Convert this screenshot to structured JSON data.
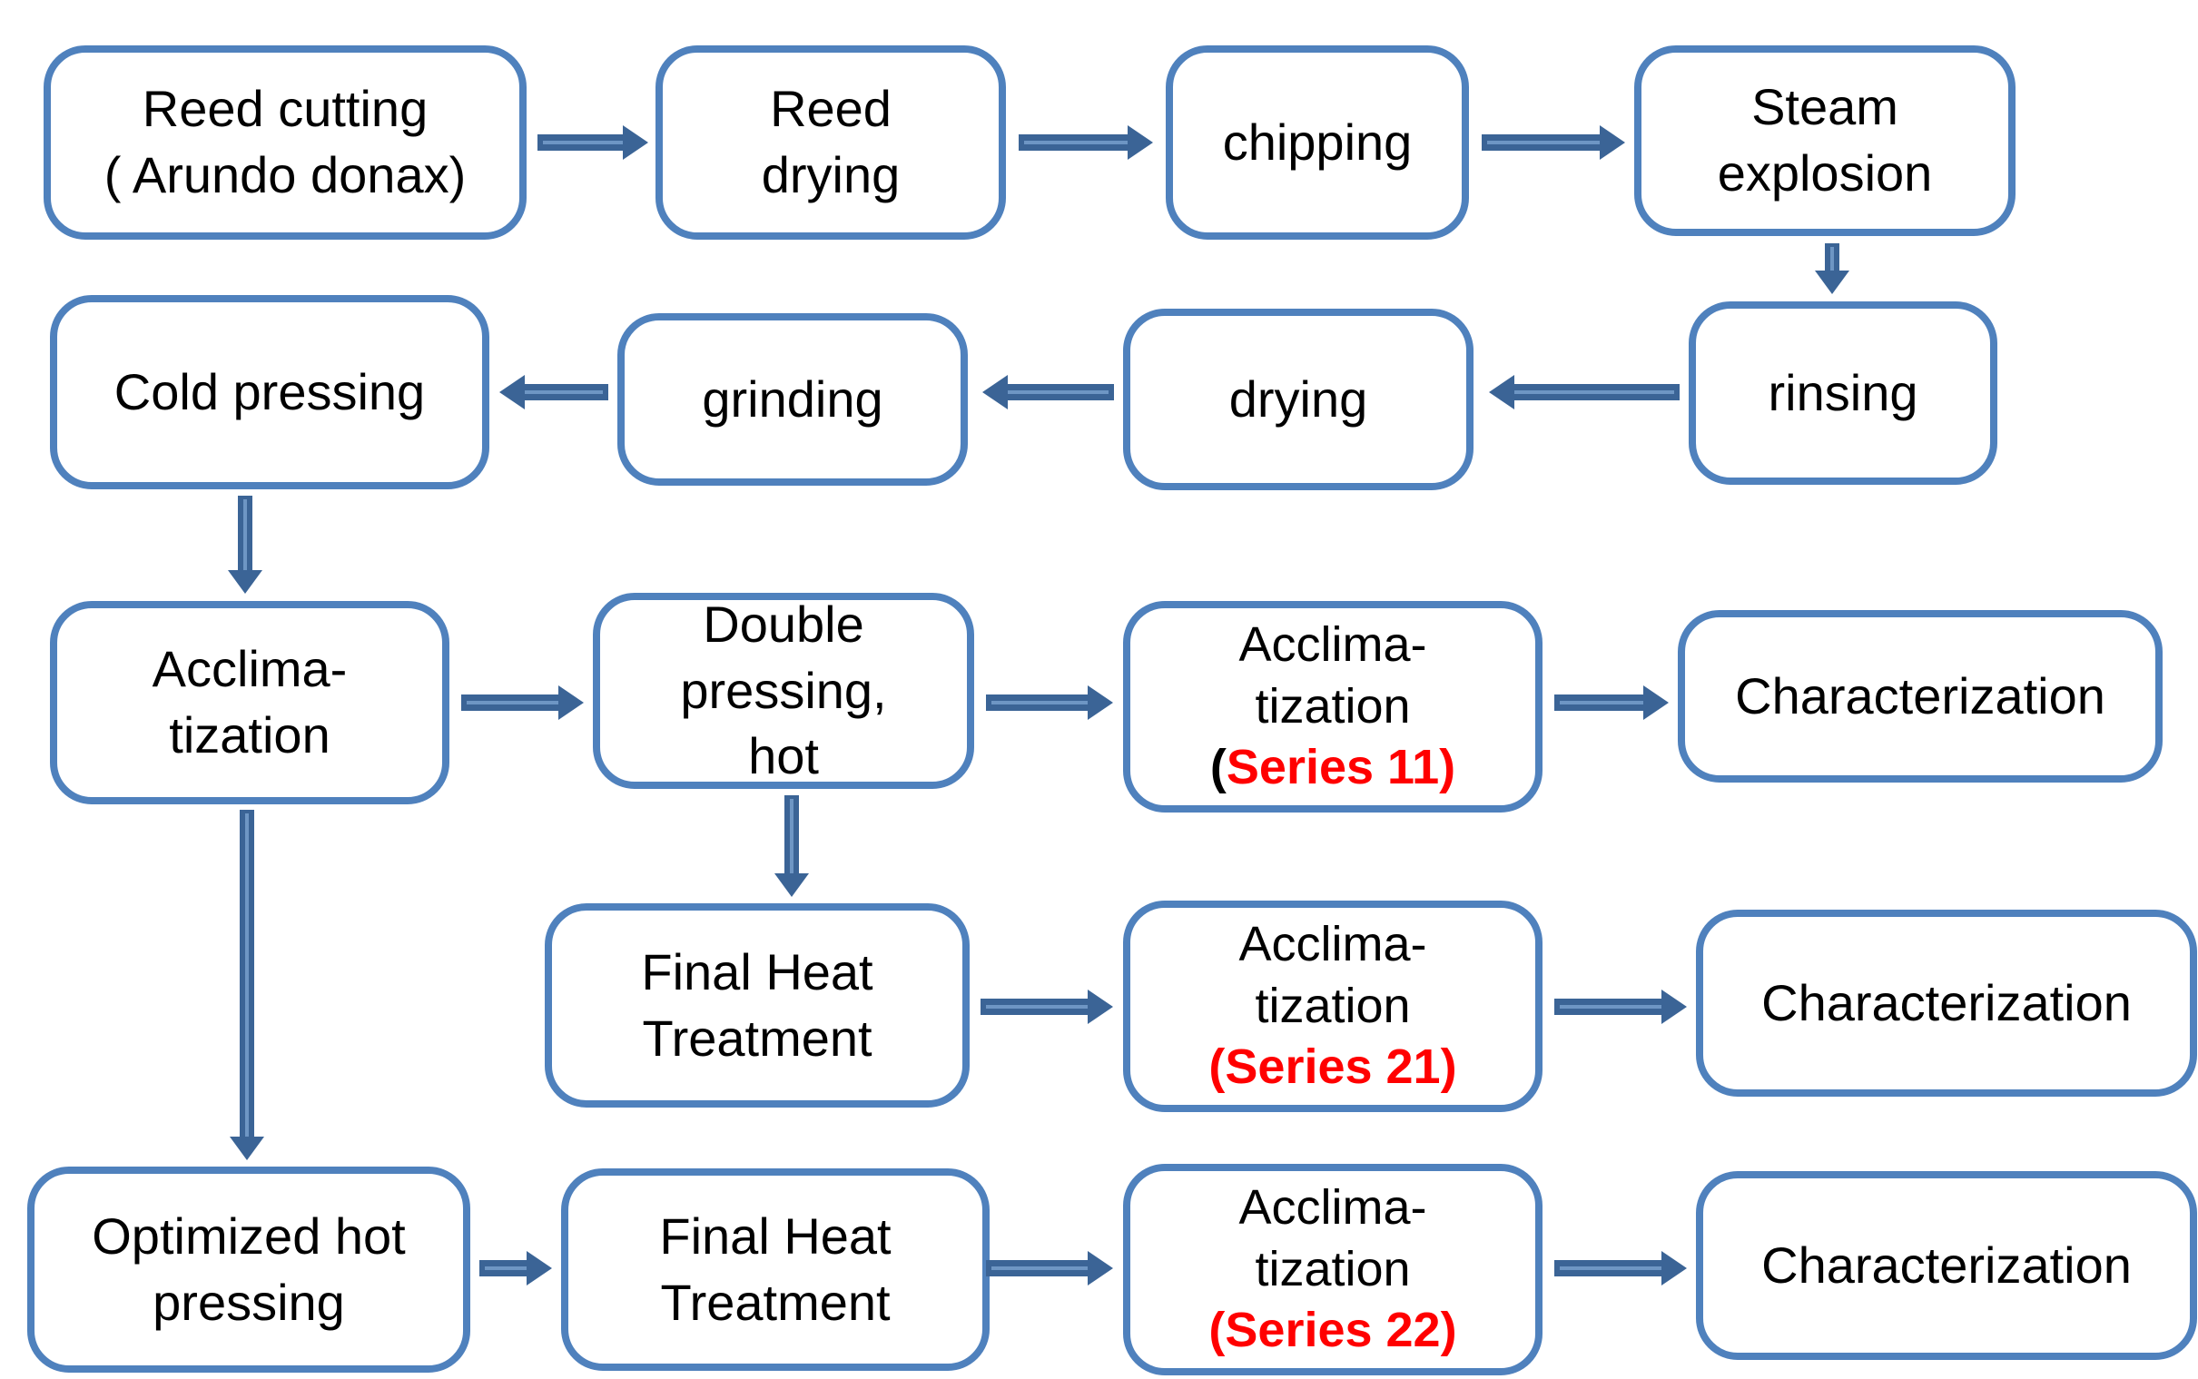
{
  "diagram": {
    "title": "Reed composite processing flowchart",
    "colors": {
      "box_border": "#4f81bd",
      "arrow_body": "#3b6496",
      "arrow_stripe": "#6e96c4",
      "series_red": "#ff0000",
      "text": "#000000"
    },
    "nodes": {
      "reed_cutting": {
        "line1": "Reed cutting",
        "line2": "( Arundo donax)"
      },
      "reed_drying": {
        "line1": "Reed",
        "line2": "drying"
      },
      "chipping": {
        "line1": "chipping"
      },
      "steam_explosion": {
        "line1": "Steam",
        "line2": "explosion"
      },
      "rinsing": {
        "line1": "rinsing"
      },
      "drying": {
        "line1": "drying"
      },
      "grinding": {
        "line1": "grinding"
      },
      "cold_pressing": {
        "line1": "Cold pressing"
      },
      "acclimatization": {
        "line1": "Acclima-",
        "line2": "tization"
      },
      "double_pressing": {
        "line1": "Double",
        "line2": "pressing,",
        "line3": "hot"
      },
      "acclimatization_s11": {
        "line1": "Acclima-",
        "line2": "tization",
        "series_prefix": "(",
        "series": "Series 11)"
      },
      "characterization_1": {
        "line1": "Characterization"
      },
      "final_heat_1": {
        "line1": "Final Heat",
        "line2": "Treatment"
      },
      "acclimatization_s21": {
        "line1": "Acclima-",
        "line2": "tization",
        "series_prefix": "",
        "series": "(Series 21)"
      },
      "characterization_2": {
        "line1": "Characterization"
      },
      "optimized_hot": {
        "line1": "Optimized hot",
        "line2": "pressing"
      },
      "final_heat_2": {
        "line1": "Final Heat",
        "line2": "Treatment"
      },
      "acclimatization_s22": {
        "line1": "Acclima-",
        "line2": "tization",
        "series_prefix": "",
        "series": "(Series 22)"
      },
      "characterization_3": {
        "line1": "Characterization"
      }
    },
    "edges": [
      {
        "from": "reed_cutting",
        "to": "reed_drying",
        "direction": "right"
      },
      {
        "from": "reed_drying",
        "to": "chipping",
        "direction": "right"
      },
      {
        "from": "chipping",
        "to": "steam_explosion",
        "direction": "right"
      },
      {
        "from": "steam_explosion",
        "to": "rinsing",
        "direction": "down"
      },
      {
        "from": "rinsing",
        "to": "drying",
        "direction": "left"
      },
      {
        "from": "drying",
        "to": "grinding",
        "direction": "left"
      },
      {
        "from": "grinding",
        "to": "cold_pressing",
        "direction": "left"
      },
      {
        "from": "cold_pressing",
        "to": "acclimatization",
        "direction": "down"
      },
      {
        "from": "acclimatization",
        "to": "double_pressing",
        "direction": "right"
      },
      {
        "from": "double_pressing",
        "to": "acclimatization_s11",
        "direction": "right"
      },
      {
        "from": "acclimatization_s11",
        "to": "characterization_1",
        "direction": "right"
      },
      {
        "from": "double_pressing",
        "to": "final_heat_1",
        "direction": "down"
      },
      {
        "from": "final_heat_1",
        "to": "acclimatization_s21",
        "direction": "right"
      },
      {
        "from": "acclimatization_s21",
        "to": "characterization_2",
        "direction": "right"
      },
      {
        "from": "acclimatization",
        "to": "optimized_hot",
        "direction": "down"
      },
      {
        "from": "optimized_hot",
        "to": "final_heat_2",
        "direction": "right"
      },
      {
        "from": "final_heat_2",
        "to": "acclimatization_s22",
        "direction": "right"
      },
      {
        "from": "acclimatization_s22",
        "to": "characterization_3",
        "direction": "right"
      }
    ]
  }
}
